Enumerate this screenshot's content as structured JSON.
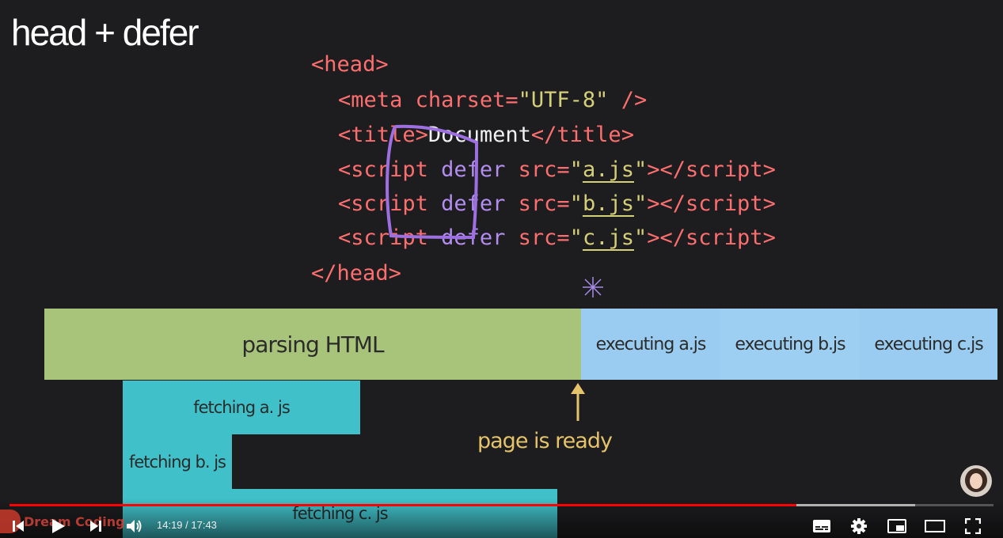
{
  "slide": {
    "title": "head + defer",
    "code": {
      "line1": {
        "open": "<",
        "tag": "head",
        "close": ">"
      },
      "line2": {
        "open": "<",
        "tag": "meta",
        "attr": " charset=",
        "val": "\"UTF-8\"",
        "end": " />"
      },
      "line3": {
        "open": "<",
        "tag": "title",
        "mid": ">",
        "text": "Document",
        "close1": "</",
        "tag2": "title",
        "close2": ">"
      },
      "scripts": [
        {
          "open": "<",
          "tag": "script",
          "kw": " defer ",
          "attr": "src=",
          "q1": "\"",
          "file": "a.js",
          "q2": "\"",
          "close": "></",
          "tag2": "script",
          "end": ">"
        },
        {
          "open": "<",
          "tag": "script",
          "kw": " defer ",
          "attr": "src=",
          "q1": "\"",
          "file": "b.js",
          "q2": "\"",
          "close": "></",
          "tag2": "script",
          "end": ">"
        },
        {
          "open": "<",
          "tag": "script",
          "kw": " defer ",
          "attr": "src=",
          "q1": "\"",
          "file": "c.js",
          "q2": "\"",
          "close": "></",
          "tag2": "script",
          "end": ">"
        }
      ],
      "line7": {
        "open": "</",
        "tag": "head",
        "close": ">"
      }
    },
    "timeline": {
      "parsing": "parsing HTML",
      "exec_a": "executing a.js",
      "exec_b": "executing b.js",
      "exec_c": "executing c.js",
      "fetch_a": "fetching a. js",
      "fetch_b": "fetching b. js",
      "fetch_c": "fetching c. js",
      "page_ready": "page is ready"
    },
    "colors": {
      "parsing": "#a8c47a",
      "executing": "#99ccf0",
      "fetching": "#3ec3cc",
      "arrow": "#e5c36a",
      "defer_marker": "#9d6fe0"
    }
  },
  "player": {
    "channel_watermark": "Dream Coding",
    "time": "14:19 / 17:43",
    "progress_played_fraction": 0.8,
    "progress_buffered_fraction": 0.92,
    "icons": {
      "prev": "skip-previous-icon",
      "play": "play-icon",
      "next": "skip-next-icon",
      "volume": "volume-icon",
      "subtitles": "subtitles-icon",
      "settings": "gear-icon",
      "miniplayer": "miniplayer-icon",
      "theater": "theater-mode-icon",
      "fullscreen": "fullscreen-icon"
    }
  }
}
